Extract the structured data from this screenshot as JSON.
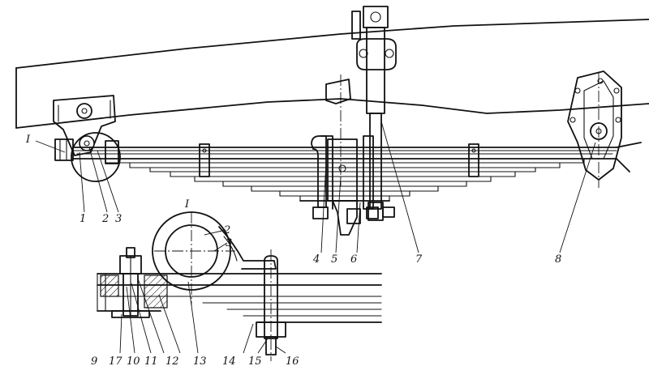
{
  "labels": {
    "section_top": "I",
    "section_detail": "I",
    "n1": "1",
    "n2": "2",
    "n3": "3",
    "n4": "4",
    "n5": "5",
    "n6": "6",
    "n7": "7",
    "n8": "8",
    "d2": "2",
    "d3": "3",
    "d9": "9",
    "d17": "17",
    "d10": "10",
    "d11": "11",
    "d12": "12",
    "d13": "13",
    "d14": "14",
    "d15": "15",
    "d16": "16"
  },
  "colors": {
    "ink": "#111111",
    "paper": "#ffffff"
  }
}
